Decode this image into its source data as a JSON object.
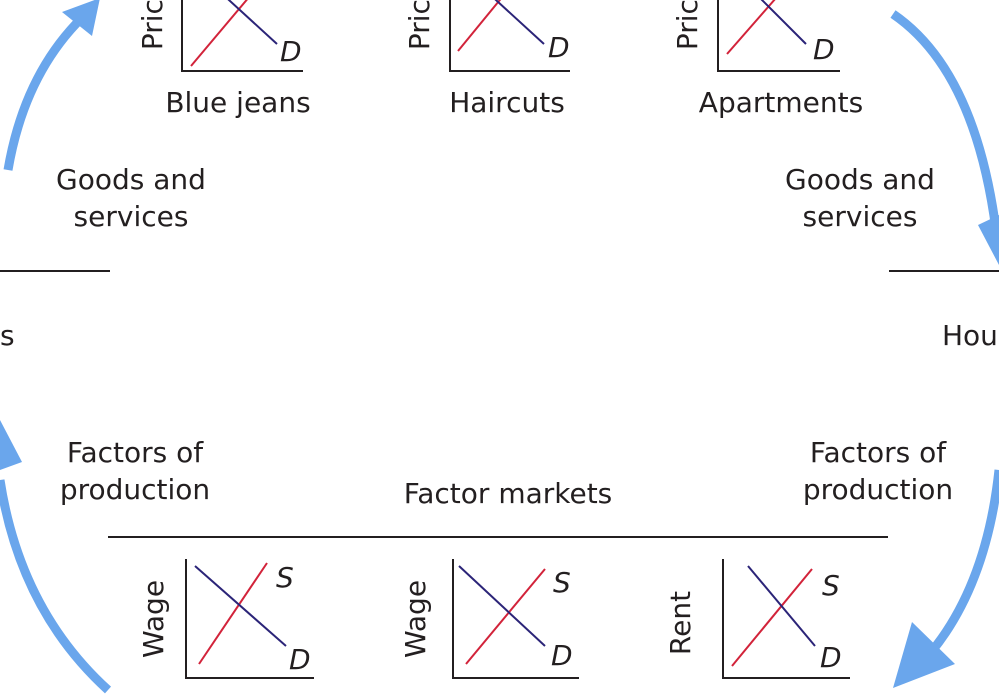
{
  "top_markets": [
    {
      "name": "Blue jeans",
      "y_axis": "Price",
      "demand": "D"
    },
    {
      "name": "Haircuts",
      "y_axis": "Price",
      "demand": "D"
    },
    {
      "name": "Apartments",
      "y_axis": "Price",
      "demand": "D"
    }
  ],
  "left_flow": {
    "line1": "Goods and",
    "line2": "services",
    "side_text": "s"
  },
  "right_flow": {
    "line1": "Goods and",
    "line2": "services",
    "side_text": "Hou"
  },
  "left_factors": {
    "line1": "Factors of",
    "line2": "production"
  },
  "right_factors": {
    "line1": "Factors of",
    "line2": "production"
  },
  "factor_markets_label": "Factor markets",
  "bottom_markets": [
    {
      "y_axis": "Wage",
      "supply": "S",
      "demand": "D"
    },
    {
      "y_axis": "Wage",
      "supply": "S",
      "demand": "D"
    },
    {
      "y_axis": "Rent",
      "supply": "S",
      "demand": "D"
    }
  ],
  "colors": {
    "arrow": "#6aa6ec",
    "supply_line": "#d2233a",
    "demand_line": "#2b2478",
    "axis": "#231f20",
    "text": "#231f20"
  }
}
